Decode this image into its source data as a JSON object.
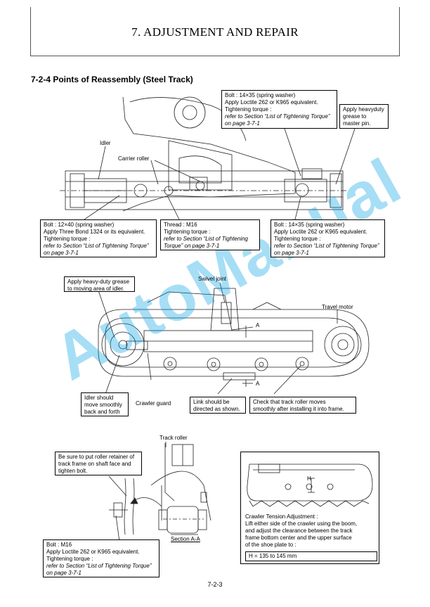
{
  "header": {
    "title": "7. ADJUSTMENT AND REPAIR"
  },
  "section": {
    "title": "7-2-4  Points of Reassembly (Steel Track)"
  },
  "top": {
    "labels": {
      "idler": "Idler",
      "carrier_roller": "Carrier roller"
    },
    "callout_top_center": {
      "lines": [
        "Bolt : 14×35 (spring washer)",
        "Apply Loctite 262 or K965 equivalent.",
        "Tightening torque :"
      ],
      "ref": [
        "refer to Section “List of Tightening Torque”",
        "on page 3-7-1"
      ]
    },
    "callout_top_right": {
      "lines": [
        "Apply heavyduty",
        "grease to",
        "master pin."
      ]
    },
    "callout_bottom_left": {
      "lines": [
        "Bolt : 12×40 (spring washer)",
        "Apply Three Bond 1324 or its equivalent.",
        "Tightening torque :"
      ],
      "ref": [
        "refer to Section “List of Tightening Torque”",
        "on page 3-7-1"
      ]
    },
    "callout_bottom_mid": {
      "lines": [
        "Thread : M16",
        "Tightening torque :"
      ],
      "ref": [
        "refer to Section “List of Tightening",
        "Torque” on page 3-7-1"
      ]
    },
    "callout_bottom_right": {
      "lines": [
        "Bolt : 14×35 (spring washer)",
        "Apply Loctite 262 or K965 equivalent.",
        "Tightening torque :"
      ],
      "ref": [
        "refer to Section “List of Tightening Torque”",
        "on page 3-7-1"
      ]
    }
  },
  "middle": {
    "labels": {
      "swivel_joint": "Swivel joint",
      "travel_motor": "Travel motor",
      "crawler_guard": "Crawler guard",
      "a1": "A",
      "a2": "A"
    },
    "callout_grease": {
      "lines": [
        "Apply heavy-duty grease",
        "to moving area of idler."
      ]
    },
    "callout_idler": {
      "lines": [
        "Idler should",
        "move smoothly",
        "back and forth"
      ]
    },
    "callout_link": {
      "lines": [
        "Link should be",
        "directed as shown."
      ]
    },
    "callout_check": {
      "lines": [
        "Check that track roller moves",
        "smoothly after installing it into frame."
      ]
    }
  },
  "bottom": {
    "labels": {
      "track_roller": "Track roller",
      "section": "Section A-A",
      "h": "H"
    },
    "callout_retainer": {
      "lines": [
        "Be sure to put roller retainer of",
        "track frame on shaft face and",
        "tighten bolt."
      ]
    },
    "callout_bolt": {
      "lines": [
        "Bolt : M16",
        "Apply Loctite 262 or K965 equivalent.",
        "Tightening torque :"
      ],
      "ref": [
        "refer to Section “List of Tightening Torque”",
        "on page 3-7-1"
      ]
    },
    "tension": {
      "lines": [
        "Crawler Tension Adjustment :",
        "Lift either side of the crawler using the boom,",
        "and adjust the clearance between the track",
        "frame bottom center and the upper surface",
        "of the shoe plate to :"
      ],
      "value": "H = 135 to 145 mm"
    }
  },
  "watermark": "AutoManual",
  "page_number": "7-2-3"
}
